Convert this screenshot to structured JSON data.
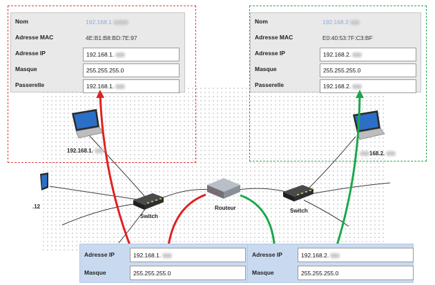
{
  "left_form": {
    "rows": [
      {
        "label": "Nom",
        "value": "192.168.1"
      },
      {
        "label": "Adresse MAC",
        "value": "4E:B1:B8:BD:7E:97"
      },
      {
        "label": "Adresse IP",
        "value": "192.168.1."
      },
      {
        "label": "Masque",
        "value": "255.255.255.0"
      },
      {
        "label": "Passerelle",
        "value": "192.168.1."
      }
    ]
  },
  "right_form": {
    "rows": [
      {
        "label": "Nom",
        "value": "192.168.2"
      },
      {
        "label": "Adresse MAC",
        "value": "E0:40:53:7F:C3:BF"
      },
      {
        "label": "Adresse IP",
        "value": "192.168.2."
      },
      {
        "label": "Masque",
        "value": "255.255.255.0"
      },
      {
        "label": "Passerelle",
        "value": "192.168.2."
      }
    ]
  },
  "network": {
    "left_laptop_label": "192.168.1.",
    "right_laptop_label": "168.2.",
    "partial_label": ".12",
    "switch_left_label": "Switch",
    "switch_right_label": "Switch",
    "router_label": "Routeur"
  },
  "bottom_left": {
    "rows": [
      {
        "label": "Adresse IP",
        "value": "192.168.1."
      },
      {
        "label": "Masque",
        "value": "255.255.255.0"
      }
    ]
  },
  "bottom_right": {
    "rows": [
      {
        "label": "Adresse IP",
        "value": "192.168.2."
      },
      {
        "label": "Masque",
        "value": "255.255.255.0"
      }
    ]
  },
  "colors": {
    "left_arrow": "#e02020",
    "right_arrow": "#19a84a",
    "left_box_border": "#e23b3b",
    "right_box_border": "#23a84b",
    "bottom_panel": "#c9daf0"
  },
  "icons": [
    "laptop-icon",
    "switch-icon",
    "router-icon"
  ]
}
